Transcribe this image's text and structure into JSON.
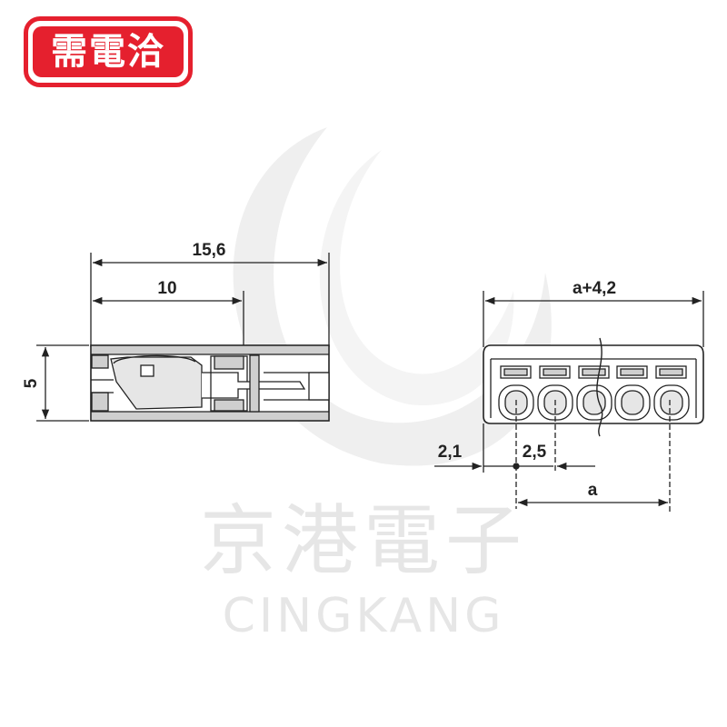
{
  "logo": {
    "text": "需電洽",
    "color": "#e5202e"
  },
  "watermark": {
    "chinese": "京港電子",
    "latin": "CINGKANG",
    "color": "#e6e6e6"
  },
  "side_view": {
    "dim_total_length": "15,6",
    "dim_inner_length": "10",
    "dim_height": "5"
  },
  "front_view": {
    "dim_width": "a+4,2",
    "dim_offset": "2,1",
    "dim_pitch": "2,5",
    "dim_a": "a",
    "positions": 5
  },
  "colors": {
    "line": "#222222",
    "fill_light": "#e6e6e6",
    "fill_mid": "#cfcfcf"
  }
}
